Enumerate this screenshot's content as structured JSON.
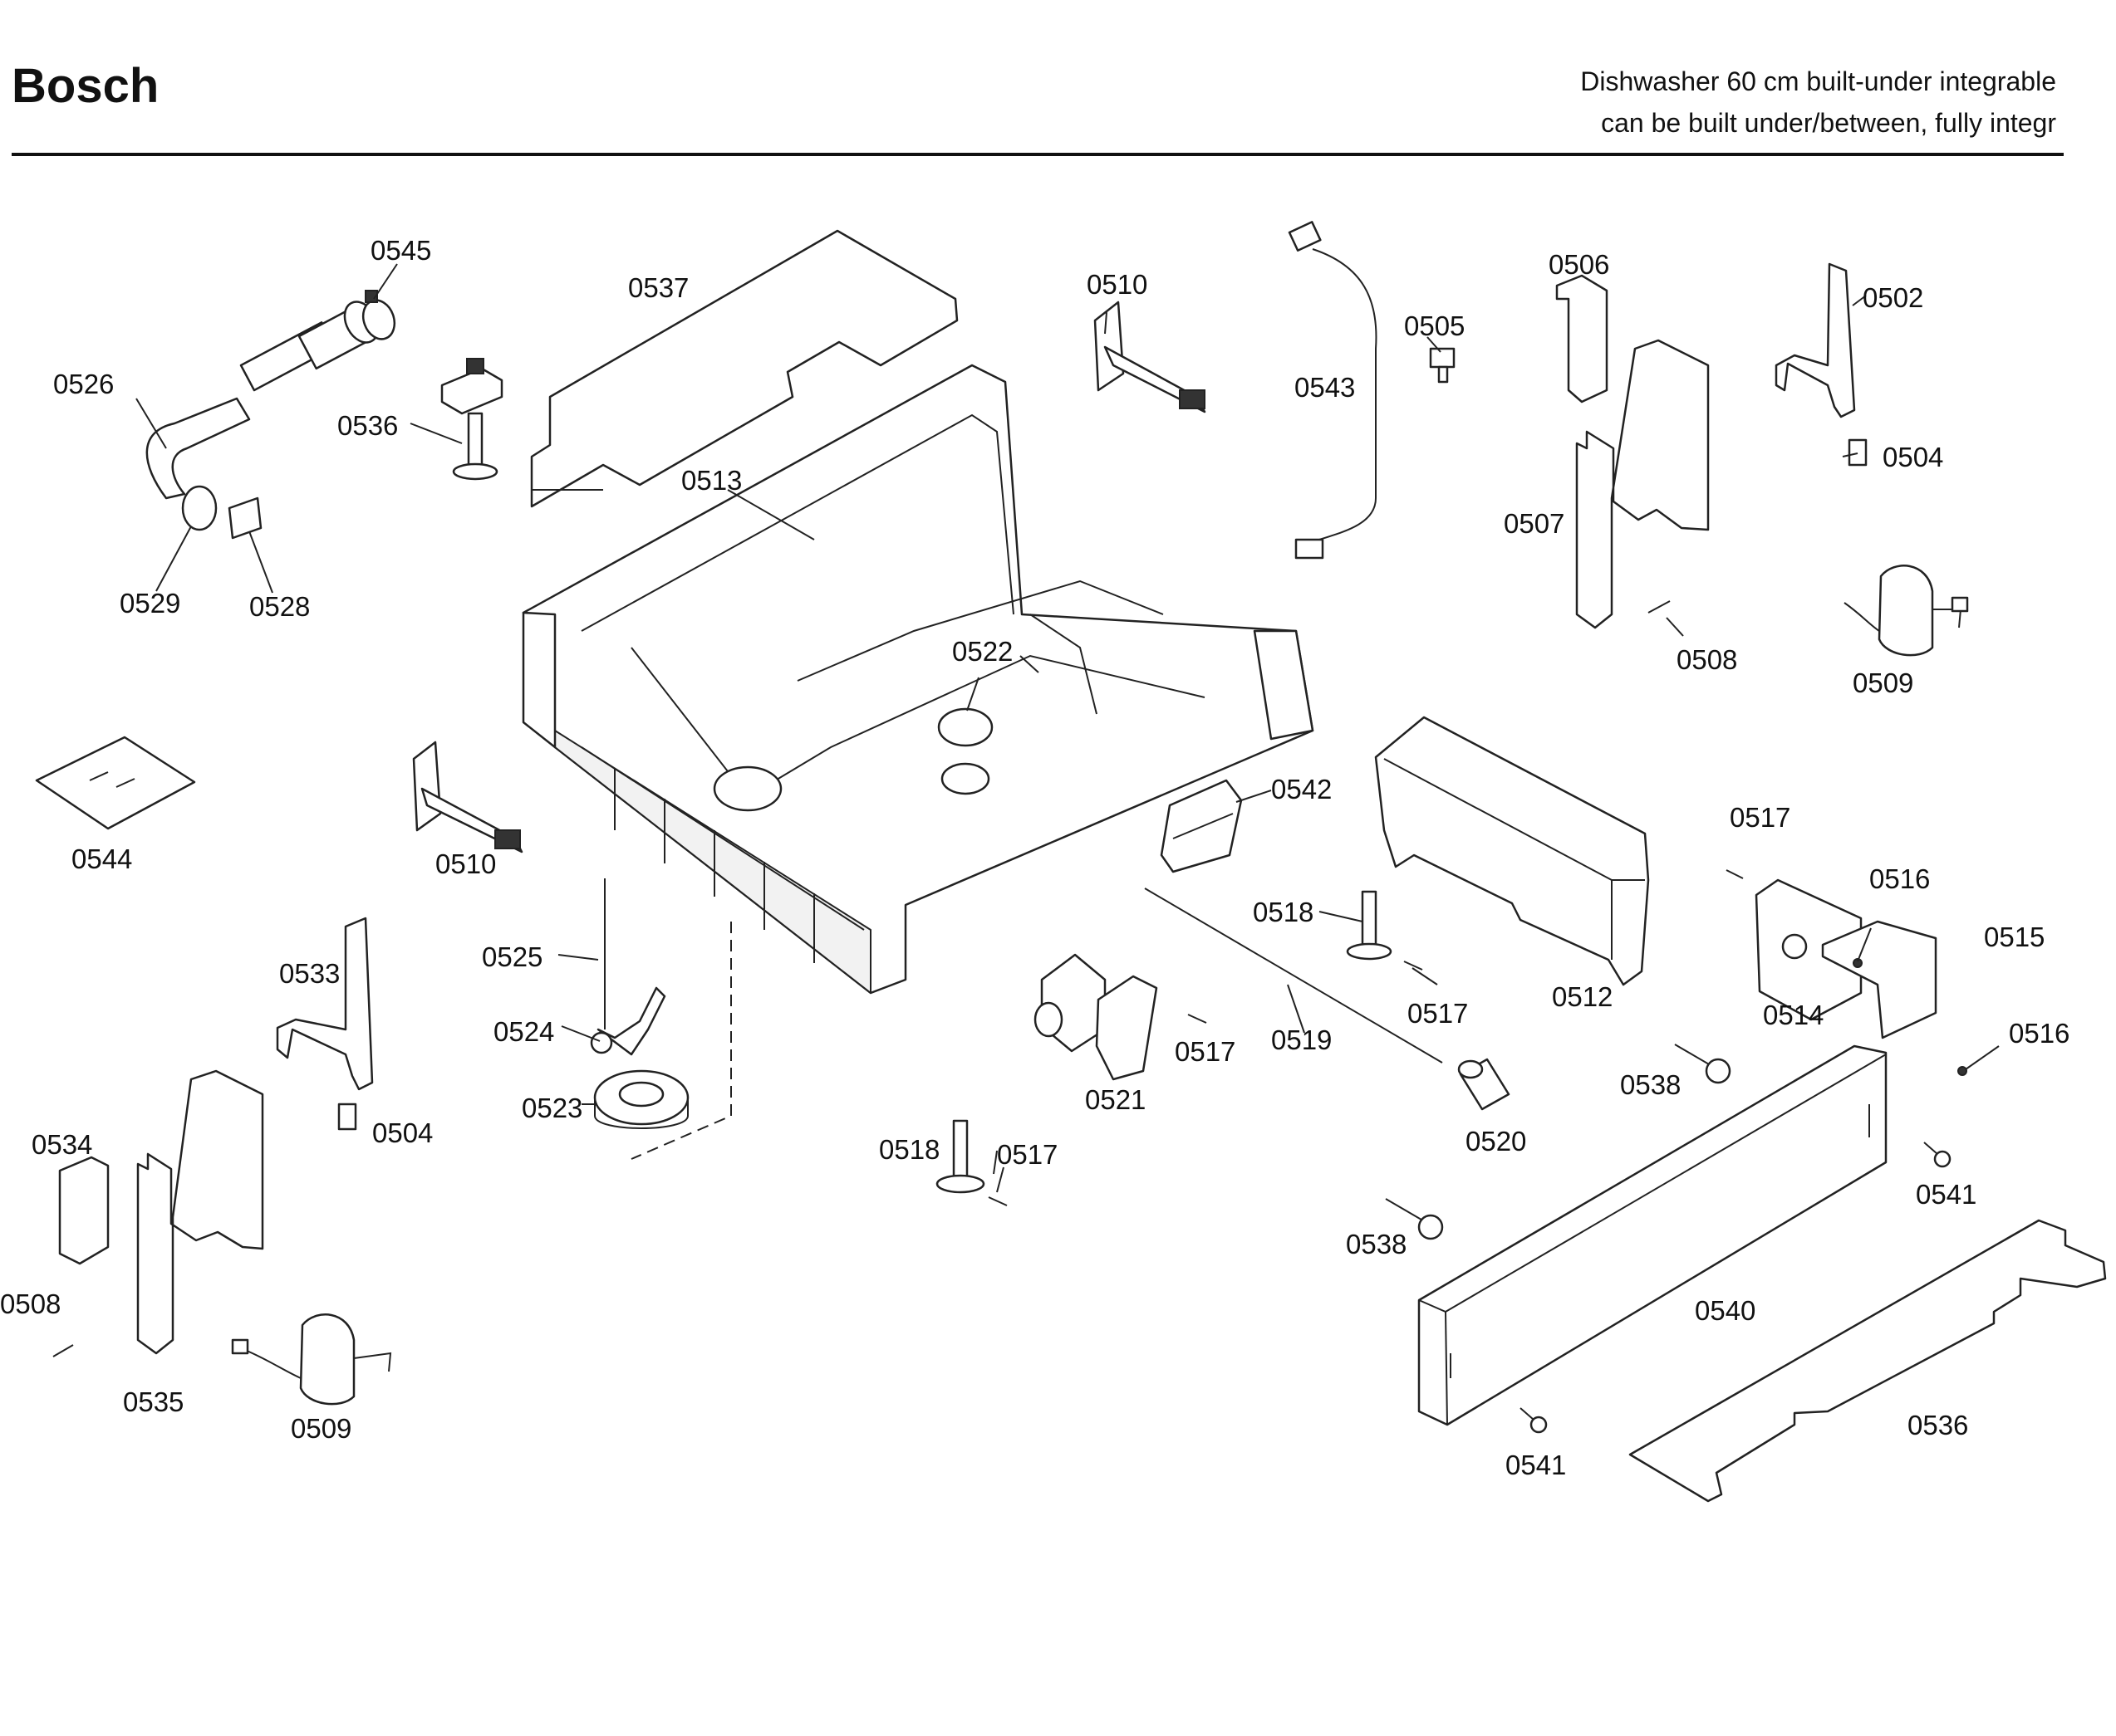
{
  "header": {
    "brand": "Bosch",
    "description_line1": "Dishwasher 60 cm built-under integrable",
    "description_line2": "can be built under/between, fully integr"
  },
  "callouts": {
    "c0545": "0545",
    "c0537": "0537",
    "c0510a": "0510",
    "c0543": "0543",
    "c0505": "0505",
    "c0506": "0506",
    "c0502": "0502",
    "c0526": "0526",
    "c0536a": "0536",
    "c0513": "0513",
    "c0504a": "0504",
    "c0507": "0507",
    "c0529": "0529",
    "c0528": "0528",
    "c0522": "0522",
    "c0508a": "0508",
    "c0509a": "0509",
    "c0544": "0544",
    "c0510b": "0510",
    "c0542": "0542",
    "c0517a": "0517",
    "c0516a": "0516",
    "c0515": "0515",
    "c0518a": "0518",
    "c0525": "0525",
    "c0533": "0533",
    "c0512": "0512",
    "c0514": "0514",
    "c0517b": "0517",
    "c0524": "0524",
    "c0519": "0519",
    "c0517c": "0517",
    "c0516b": "0516",
    "c0538a": "0538",
    "c0521": "0521",
    "c0504b": "0504",
    "c0523": "0523",
    "c0520": "0520",
    "c0534": "0534",
    "c0518b": "0518",
    "c0517d": "0517",
    "c0541a": "0541",
    "c0538b": "0538",
    "c0540": "0540",
    "c0508b": "0508",
    "c0535": "0535",
    "c0536b": "0536",
    "c0509b": "0509",
    "c0541b": "0541"
  }
}
